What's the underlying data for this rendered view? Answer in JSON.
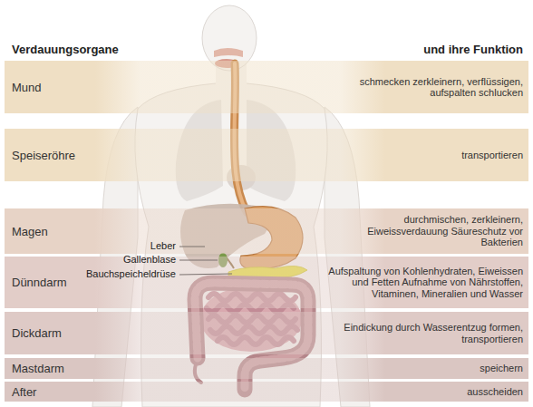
{
  "diagram": {
    "nodes": [
      {
        "text": [
          "Mund",
          "schmecken zerkleinern, verflüssigen, aufspalten schlucken"
        ]
      },
      {
        "text": [
          "Speiseröhre",
          "transportieren"
        ]
      },
      {
        "text": [
          "Magen",
          "durchmischen, zerkleinern, Eiweissverdauung Säureschutz vor Bakterien"
        ]
      },
      {
        "text": [
          "Dünndarm",
          "Aufspaltung von Kohlenhydraten, Eiweissen und Fetten Aufnahme von Nährstoffen, Vitaminen, Mineralien und Wasser"
        ]
      },
      {
        "text": [
          "Dickdarm",
          "Eindickung durch Wasserentzug formen, transportieren"
        ]
      },
      {
        "text": [
          "Mastdarm",
          "speichern"
        ]
      },
      {
        "text": [
          "After",
          "ausscheiden"
        ]
      }
    ],
    "labels": [
      "Verdauungsorgane",
      "und ihre Funktion",
      "Leber",
      "Gallenblase",
      "Bauchspeicheldrüse"
    ]
  }
}
